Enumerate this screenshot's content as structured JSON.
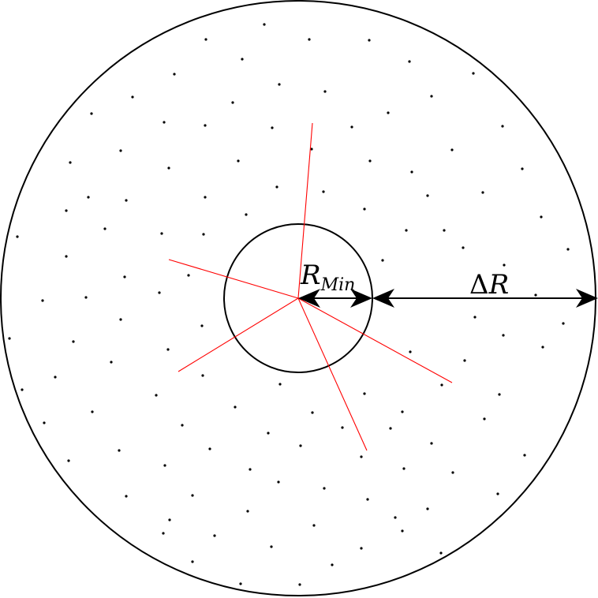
{
  "labels": {
    "inner_radius": {
      "main": "R",
      "sub": "Min"
    },
    "delta_radius": {
      "main": "Δ",
      "italic": "R"
    }
  },
  "colors": {
    "outline": "#000000",
    "rays": "#ff0000",
    "points": "#000000",
    "background": "#ffffff"
  }
}
